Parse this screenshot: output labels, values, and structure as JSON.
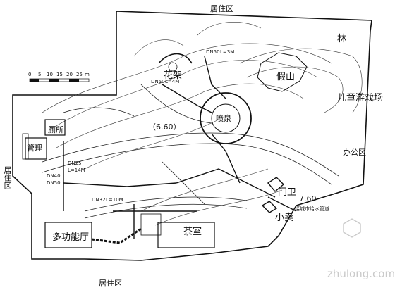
{
  "map": {
    "labels": {
      "residential_top": "居住区",
      "residential_left": "居住区",
      "residential_bottom": "居住区",
      "office": "办公区",
      "childrens_playground": "儿童游戏场",
      "rockery": "假山",
      "pavilion_forest": "林",
      "flower_trellis": "花架",
      "fountain": "喷泉",
      "elevation_inner": "（6.60）",
      "elevation_outer": "7.60",
      "city_water_pipe": "接城市给水管道",
      "gate_guard": "门卫",
      "gate_small": "小卖",
      "multi_hall": "多功能厅",
      "tea_house": "茶室",
      "toilet": "厕所",
      "management": "管理"
    },
    "scale_bar": {
      "ticks": [
        "0",
        "5",
        "10",
        "15",
        "20",
        "25"
      ],
      "unit": "m"
    },
    "pipe_annotations": [
      "DN50",
      "L=3M",
      "DN50",
      "L=4M",
      "DN25",
      "L=14M",
      "DN32",
      "L=10M",
      "DN40",
      "DN50"
    ],
    "watermark": {
      "text": "zhulong.com"
    }
  }
}
